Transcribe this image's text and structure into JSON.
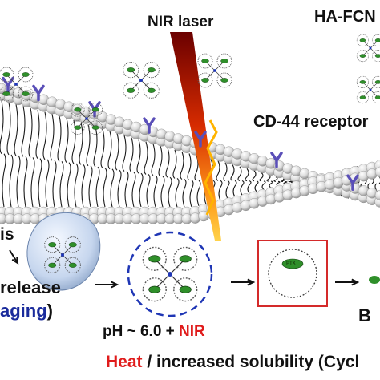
{
  "labels": {
    "nir_laser": "NIR laser",
    "ha_fcn": "HA-FCN",
    "cd44": "CD-44 receptor",
    "is_fragment": "is",
    "release_fragment": "release",
    "imaging_fragment": "aging",
    "imaging_paren": ")",
    "ph_prefix": "pH ~  6.0 + ",
    "ph_nir": "NIR",
    "heat": "Heat",
    "bottom_rest": " / increased solubility (Cycl",
    "b_fragment": "B",
    "ptx": "PTX"
  },
  "colors": {
    "membrane_bead": "#d9d9d9",
    "receptor": "#5a4fb8",
    "drug": "#2f8f2a",
    "laser_core": "#ff7a00",
    "laser_edge": "#8a0a0a",
    "highlight_box": "#d42a2a",
    "dashed_circle": "#1f36b5",
    "nir_text": "#e01b1b",
    "imaging_text": "#1a2b9c"
  }
}
